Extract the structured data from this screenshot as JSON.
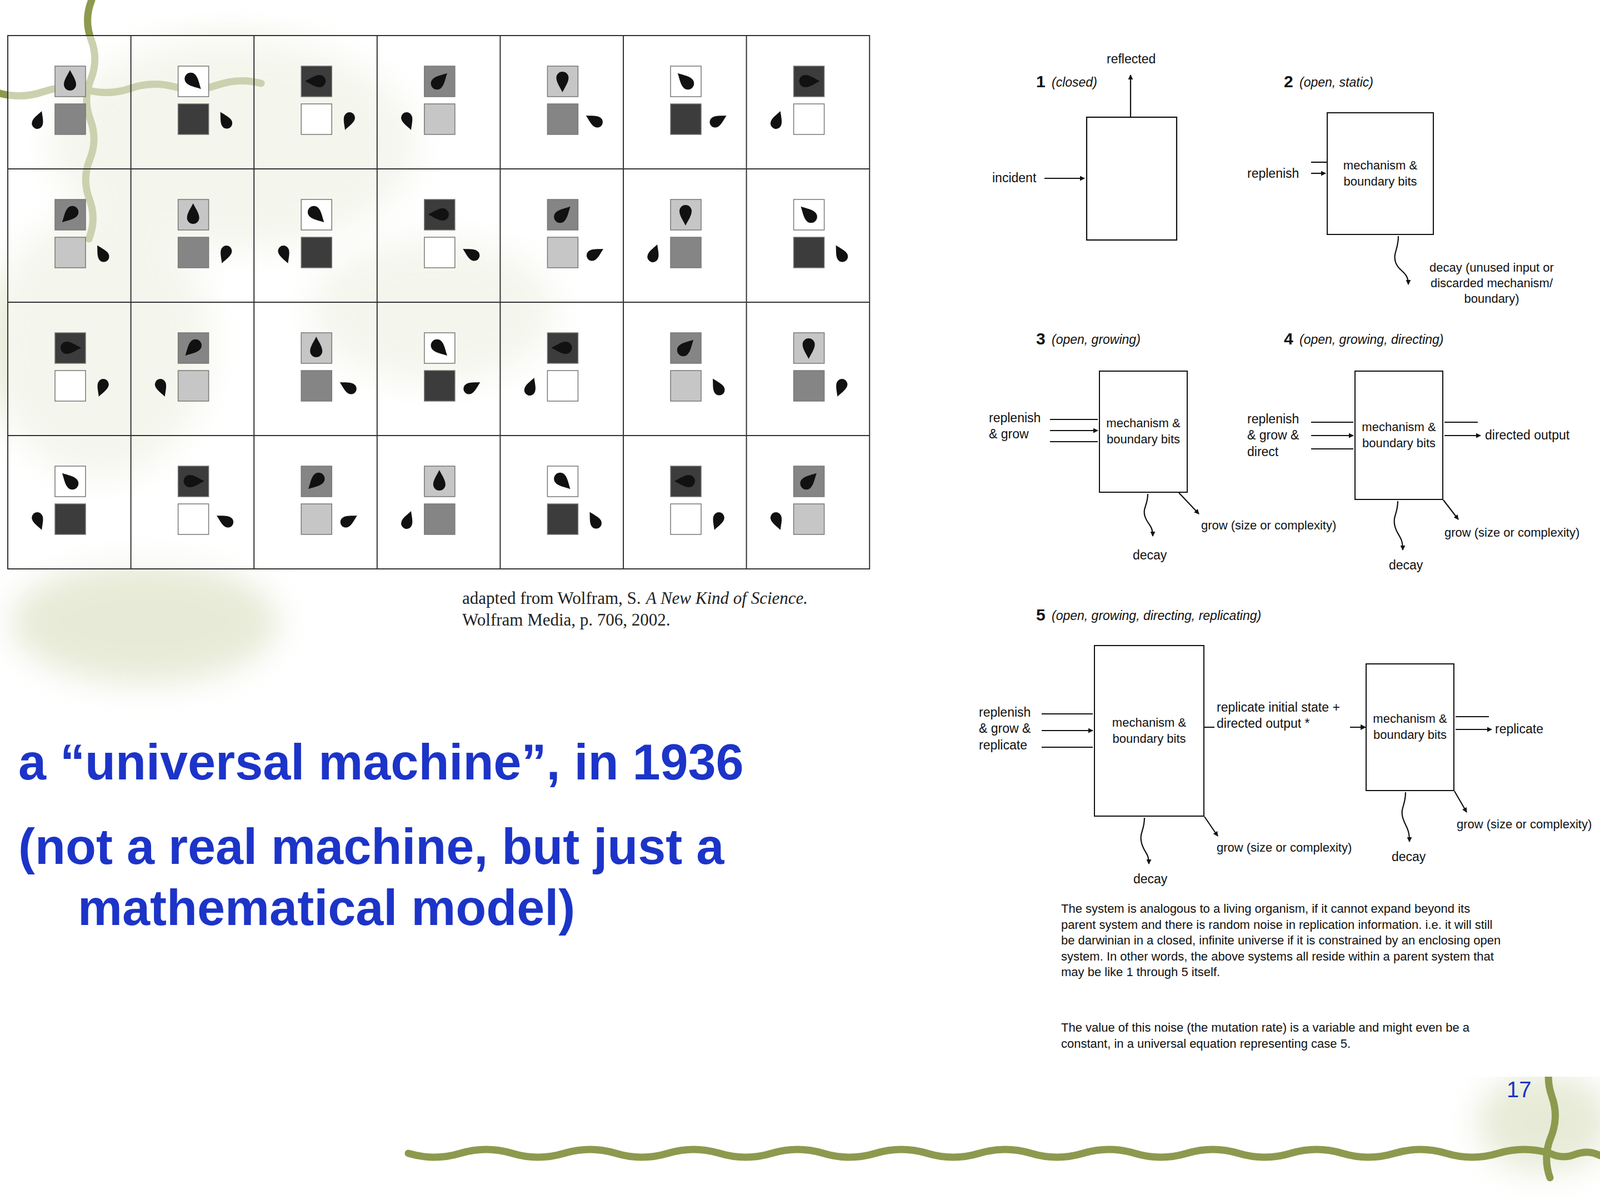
{
  "diagram": {
    "nodes": [
      {
        "text": [
          "mechanism & boundary bits"
        ]
      },
      {
        "text": [
          "mechanism & boundary bits"
        ]
      },
      {
        "text": [
          "mechanism & boundary bits"
        ]
      },
      {
        "text": [
          "mechanism & boundary bits"
        ]
      },
      {
        "text": [
          "mechanism & boundary bits"
        ]
      }
    ],
    "edges": [
      {
        "from": 3,
        "to": 4,
        "arrow": "to",
        "label": "replicate initial state + directed output *"
      }
    ],
    "labels": [
      "1",
      "(closed)",
      "reflected",
      "incident",
      "2",
      "(open, static)",
      "replenish",
      "decay (unused input or discarded mechanism/ boundary)",
      "3",
      "(open, growing)",
      "replenish & grow",
      "decay",
      "grow (size or complexity)",
      "4",
      "(open, growing, directing)",
      "replenish & grow & direct",
      "directed output",
      "decay",
      "grow (size or complexity)",
      "5",
      "(open, growing, directing, replicating)",
      "replenish & grow & replicate",
      "decay",
      "grow (size or complexity)",
      "replicate",
      "decay",
      "grow (size or complexity)",
      "The system is analogous to a living organism, if it cannot expand beyond its parent system and there is random noise in replication information. i.e. it will still be darwinian in a closed, infinite universe if it is constrained by an enclosing open system. In other words, the above systems all reside within a parent system that may be like 1 through 5 itself.",
      "The value of this noise (the mutation rate) is a variable and might even be a constant, in a universal equation representing case 5.",
      "adapted from Wolfram, S.",
      "A New Kind of Science.",
      "Wolfram Media, p. 706, 2002.",
      "a “universal machine”, in 1936",
      "(not a real machine, but just a mathematical model)",
      "17"
    ]
  }
}
